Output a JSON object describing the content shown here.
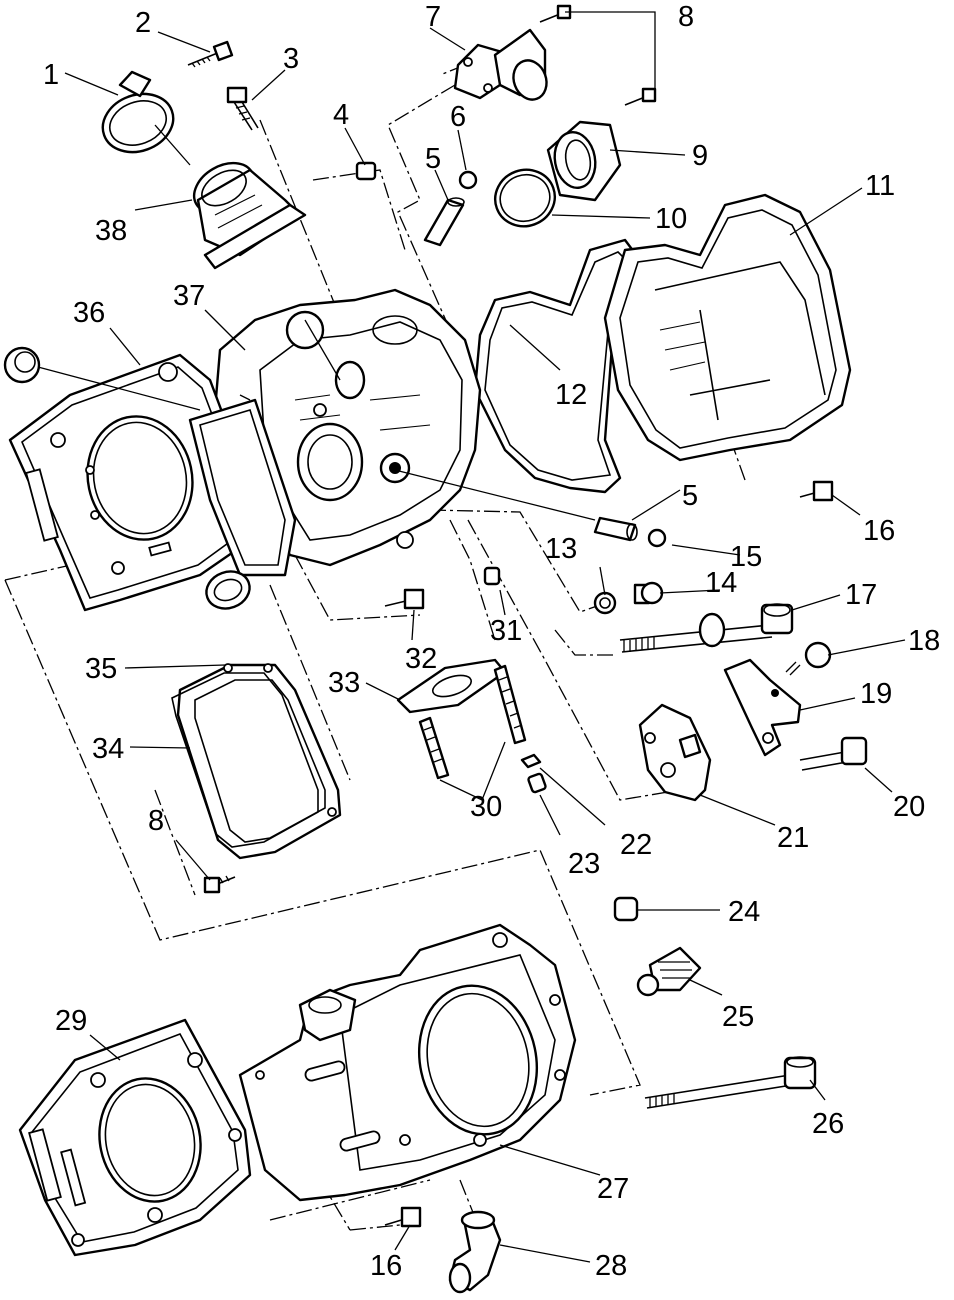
{
  "diagram": {
    "kind": "exploded parts diagram",
    "callouts": [
      {
        "id": "c1",
        "text": "1"
      },
      {
        "id": "c2",
        "text": "2"
      },
      {
        "id": "c3",
        "text": "3"
      },
      {
        "id": "c4",
        "text": "4"
      },
      {
        "id": "c5a",
        "text": "5"
      },
      {
        "id": "c5b",
        "text": "5"
      },
      {
        "id": "c6",
        "text": "6"
      },
      {
        "id": "c7",
        "text": "7"
      },
      {
        "id": "c8a",
        "text": "8"
      },
      {
        "id": "c8b",
        "text": "8"
      },
      {
        "id": "c9",
        "text": "9"
      },
      {
        "id": "c10",
        "text": "10"
      },
      {
        "id": "c11",
        "text": "11"
      },
      {
        "id": "c12",
        "text": "12"
      },
      {
        "id": "c13",
        "text": "13"
      },
      {
        "id": "c14",
        "text": "14"
      },
      {
        "id": "c15",
        "text": "15"
      },
      {
        "id": "c16a",
        "text": "16"
      },
      {
        "id": "c16b",
        "text": "16"
      },
      {
        "id": "c17",
        "text": "17"
      },
      {
        "id": "c18",
        "text": "18"
      },
      {
        "id": "c19",
        "text": "19"
      },
      {
        "id": "c20",
        "text": "20"
      },
      {
        "id": "c21",
        "text": "21"
      },
      {
        "id": "c22",
        "text": "22"
      },
      {
        "id": "c23",
        "text": "23"
      },
      {
        "id": "c24",
        "text": "24"
      },
      {
        "id": "c25",
        "text": "25"
      },
      {
        "id": "c26",
        "text": "26"
      },
      {
        "id": "c27",
        "text": "27"
      },
      {
        "id": "c28",
        "text": "28"
      },
      {
        "id": "c29",
        "text": "29"
      },
      {
        "id": "c30",
        "text": "30"
      },
      {
        "id": "c31",
        "text": "31"
      },
      {
        "id": "c32",
        "text": "32"
      },
      {
        "id": "c33",
        "text": "33"
      },
      {
        "id": "c34",
        "text": "34"
      },
      {
        "id": "c35",
        "text": "35"
      },
      {
        "id": "c36",
        "text": "36"
      },
      {
        "id": "c37",
        "text": "37"
      },
      {
        "id": "c38",
        "text": "38"
      }
    ]
  }
}
